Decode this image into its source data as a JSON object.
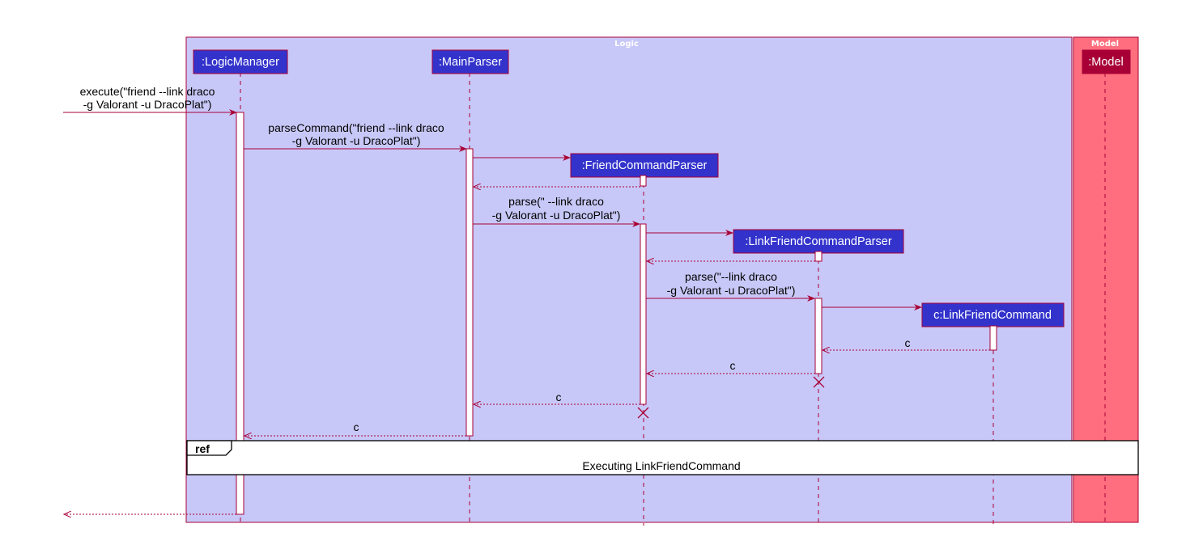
{
  "boxes": {
    "logic": {
      "title": "Logic",
      "color": "#C8C8F8"
    },
    "model": {
      "title": "Model",
      "color": "#FF6E7E"
    }
  },
  "participants": {
    "logic_manager": ":LogicManager",
    "main_parser": ":MainParser",
    "friend_command_parser": ":FriendCommandParser",
    "link_friend_command_parser": ":LinkFriendCommandParser",
    "link_friend_command": "c:LinkFriendCommand",
    "model": ":Model"
  },
  "messages": {
    "execute": [
      "execute(\"friend --link draco",
      "-g Valorant -u DracoPlat\")"
    ],
    "parse_command": [
      "parseCommand(\"friend --link draco",
      "-g Valorant -u DracoPlat\")"
    ],
    "parse_friend": [
      "parse(\" --link draco",
      "-g Valorant -u DracoPlat\")"
    ],
    "parse_link": [
      "parse(\"--link draco",
      "-g Valorant -u DracoPlat\")"
    ],
    "return_c_1": "c",
    "return_c_2": "c",
    "return_c_3": "c",
    "return_c_4": "c"
  },
  "ref": {
    "tag": "ref",
    "label": "Executing LinkFriendCommand"
  },
  "colors": {
    "participant_fill": "#3333CC",
    "participant_border": "#A80036",
    "model_fill": "#A80036",
    "arrow": "#A80036",
    "lifeline": "#A80036"
  }
}
